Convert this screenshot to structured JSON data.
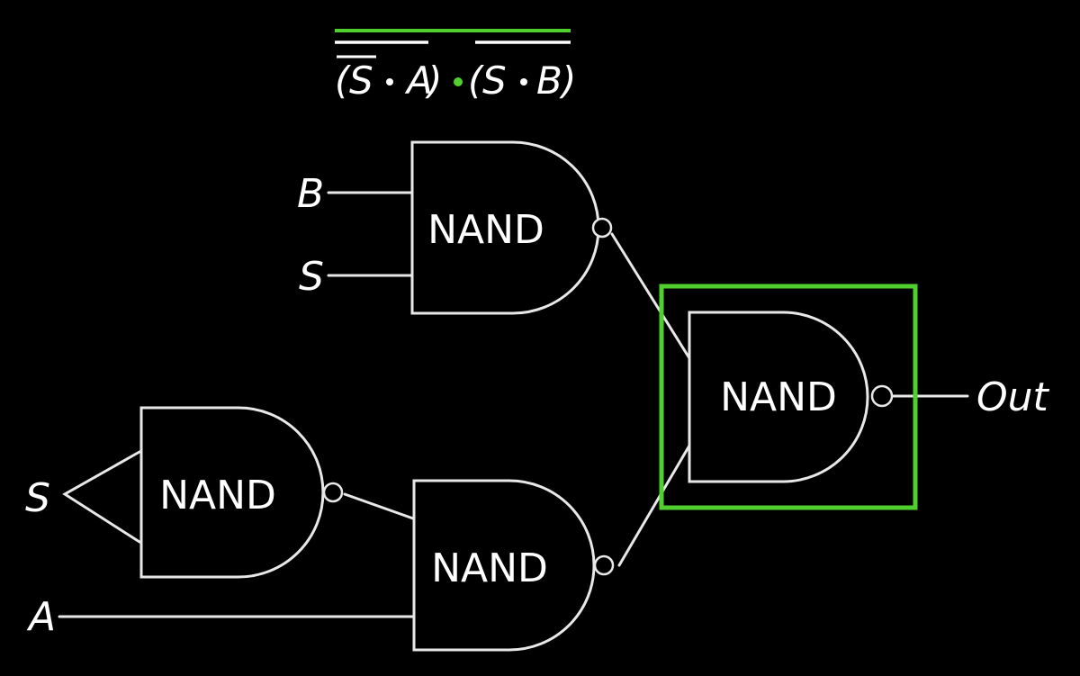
{
  "formula": {
    "left_term": "(S · A)",
    "middle_dot": "·",
    "right_term": "(S · B)",
    "left_term_parts": {
      "open": "(",
      "s": "S",
      "dot": "·",
      "a": "A",
      "close": ")"
    },
    "right_term_parts": {
      "open": "(",
      "s": "S",
      "dot": "·",
      "b": "B",
      "close": ")"
    }
  },
  "inputs": {
    "b": "B",
    "s_top": "S",
    "s_left": "S",
    "a": "A"
  },
  "gates": [
    {
      "id": "top",
      "label": "NAND"
    },
    {
      "id": "bottom-left",
      "label": "NAND"
    },
    {
      "id": "bottom-middle",
      "label": "NAND"
    },
    {
      "id": "output",
      "label": "NAND",
      "highlighted": true
    }
  ],
  "output": {
    "label": "Out"
  },
  "colors": {
    "background": "#000000",
    "line": "#e8e8e8",
    "highlight": "#4fd02e"
  }
}
